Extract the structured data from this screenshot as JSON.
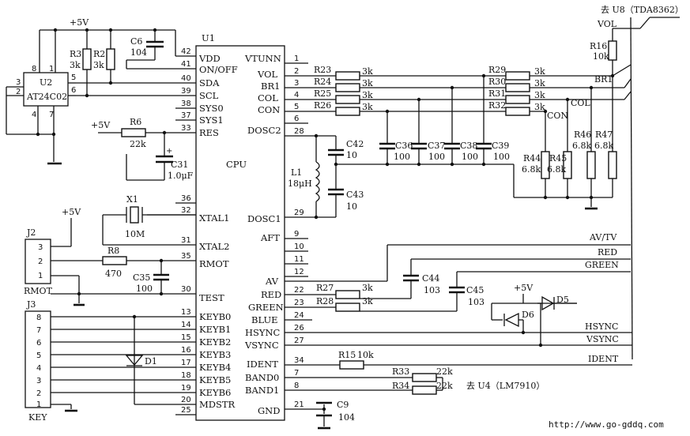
{
  "diagram": {
    "title_note": "去 U8（TDA8362）",
    "source_url": "http://www.go-gddq.com",
    "u1": {
      "designator": "U1",
      "cpu_label": "CPU",
      "left_pins": [
        {
          "num": "42",
          "name": "VDD"
        },
        {
          "num": "41",
          "name": "ON/OFF"
        },
        {
          "num": "40",
          "name": "SDA"
        },
        {
          "num": "39",
          "name": "SCL"
        },
        {
          "num": "38",
          "name": "SYS0"
        },
        {
          "num": "37",
          "name": "SYS1"
        },
        {
          "num": "33",
          "name": "RES"
        },
        {
          "num": "36",
          "name": ""
        },
        {
          "num": "32",
          "name": "XTAL1"
        },
        {
          "num": "31",
          "name": "XTAL2"
        },
        {
          "num": "35",
          "name": "RMOT"
        },
        {
          "num": "30",
          "name": "TEST"
        },
        {
          "num": "13",
          "name": "KEYB0"
        },
        {
          "num": "14",
          "name": "KEYB1"
        },
        {
          "num": "15",
          "name": "KEYB2"
        },
        {
          "num": "16",
          "name": "KEYB3"
        },
        {
          "num": "17",
          "name": "KEYB4"
        },
        {
          "num": "18",
          "name": "KEYB5"
        },
        {
          "num": "19",
          "name": "KEYB6"
        },
        {
          "num": "20",
          "name": "MDSTR"
        },
        {
          "num": "25",
          "name": ""
        }
      ],
      "right_pins": [
        {
          "num": "1",
          "name": "VTUNN"
        },
        {
          "num": "2",
          "name": "VOL"
        },
        {
          "num": "3",
          "name": "BR1"
        },
        {
          "num": "4",
          "name": "COL"
        },
        {
          "num": "5",
          "name": "CON"
        },
        {
          "num": "6",
          "name": ""
        },
        {
          "num": "28",
          "name": "DOSC2"
        },
        {
          "num": "29",
          "name": "DOSC1"
        },
        {
          "num": "9",
          "name": "AFT"
        },
        {
          "num": "10",
          "name": ""
        },
        {
          "num": "11",
          "name": ""
        },
        {
          "num": "12",
          "name": ""
        },
        {
          "num": "",
          "name": "AV"
        },
        {
          "num": "22",
          "name": "RED"
        },
        {
          "num": "23",
          "name": "GREEN"
        },
        {
          "num": "24",
          "name": "BLUE"
        },
        {
          "num": "26",
          "name": "HSYNC"
        },
        {
          "num": "27",
          "name": "VSYNC"
        },
        {
          "num": "34",
          "name": "IDENT"
        },
        {
          "num": "7",
          "name": "BAND0"
        },
        {
          "num": "8",
          "name": "BAND1"
        },
        {
          "num": "21",
          "name": "GND"
        }
      ]
    },
    "u2": {
      "designator": "U2",
      "part": "AT24C02",
      "pins": [
        "8",
        "1",
        "3",
        "2",
        "5",
        "6",
        "4",
        "7"
      ]
    },
    "supply_labels": [
      "+5V",
      "+5V",
      "+5V",
      "+5V"
    ],
    "components": {
      "C6": {
        "ref": "C6",
        "value": "104"
      },
      "R2": {
        "ref": "R2",
        "value": "3k"
      },
      "R3": {
        "ref": "R3",
        "value": "3k"
      },
      "R6": {
        "ref": "R6",
        "value": "22k"
      },
      "C31": {
        "ref": "C31",
        "value": "1.0μF"
      },
      "X1": {
        "ref": "X1",
        "value": "10M"
      },
      "R8": {
        "ref": "R8",
        "value": "470"
      },
      "C35": {
        "ref": "C35",
        "value": "100"
      },
      "D1": {
        "ref": "D1"
      },
      "J2": {
        "ref": "J2",
        "label": "RMOT",
        "pins": [
          "3",
          "2",
          "1"
        ]
      },
      "J3": {
        "ref": "J3",
        "label": "KEY",
        "pins": [
          "8",
          "7",
          "6",
          "5",
          "4",
          "3",
          "2",
          "1"
        ]
      },
      "R23": {
        "ref": "R23",
        "value": "3k"
      },
      "R24": {
        "ref": "R24",
        "value": "3k"
      },
      "R25": {
        "ref": "R25",
        "value": "3k"
      },
      "R26": {
        "ref": "R26",
        "value": "3k"
      },
      "R29": {
        "ref": "R29",
        "value": "3k"
      },
      "R30": {
        "ref": "R30",
        "value": "3k"
      },
      "R31": {
        "ref": "R31",
        "value": "3k"
      },
      "R32": {
        "ref": "R32",
        "value": "3k"
      },
      "C36": {
        "ref": "C36",
        "value": "100"
      },
      "C37": {
        "ref": "C37",
        "value": "100"
      },
      "C38": {
        "ref": "C38",
        "value": "100"
      },
      "C39": {
        "ref": "C39",
        "value": "100"
      },
      "C42": {
        "ref": "C42",
        "value": "10"
      },
      "C43": {
        "ref": "C43",
        "value": "10"
      },
      "L1": {
        "ref": "L1",
        "value": "18μH"
      },
      "R16": {
        "ref": "R16",
        "value": "10k"
      },
      "R44": {
        "ref": "R44",
        "value": "6.8k"
      },
      "R45": {
        "ref": "R45",
        "value": "6.8k"
      },
      "R46": {
        "ref": "R46",
        "value": "6.8k"
      },
      "R47": {
        "ref": "R47",
        "value": "6.8k"
      },
      "C44": {
        "ref": "C44",
        "value": "103"
      },
      "C45": {
        "ref": "C45",
        "value": "103"
      },
      "R27": {
        "ref": "R27",
        "value": "3k"
      },
      "R28": {
        "ref": "R28",
        "value": "3k"
      },
      "D5": {
        "ref": "D5"
      },
      "D6": {
        "ref": "D6"
      },
      "R15": {
        "ref": "R15",
        "value": "10k"
      },
      "R33": {
        "ref": "R33",
        "value": "22k"
      },
      "R34": {
        "ref": "R34",
        "value": "22k"
      },
      "C9": {
        "ref": "C9",
        "value": "104"
      }
    },
    "net_labels": {
      "vol": "VOL",
      "br1": "BR1",
      "col": "COL",
      "con": "CON",
      "avtv": "AV/TV",
      "red": "RED",
      "green": "GREEN",
      "hsync": "HSYNC",
      "vsync": "VSYNC",
      "ident": "IDENT",
      "lm7910": "去 U4（LM7910）"
    }
  }
}
